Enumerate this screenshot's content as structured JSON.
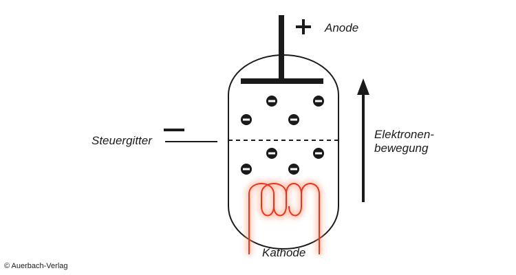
{
  "labels": {
    "anode": "Anode",
    "plus_sign": "+",
    "grid": "Steuergitter",
    "minus_sign": "−",
    "cathode": "Kathode",
    "electron_flow_line1": "Elektronen-",
    "electron_flow_line2": "bewegung",
    "electron_sign": "−"
  },
  "copyright": "© Auerbach-Verlag",
  "colors": {
    "ink": "#1a1a1a",
    "filament": "#e8341c",
    "filament_glow": "#ff9a7a",
    "background": "#ffffff"
  }
}
